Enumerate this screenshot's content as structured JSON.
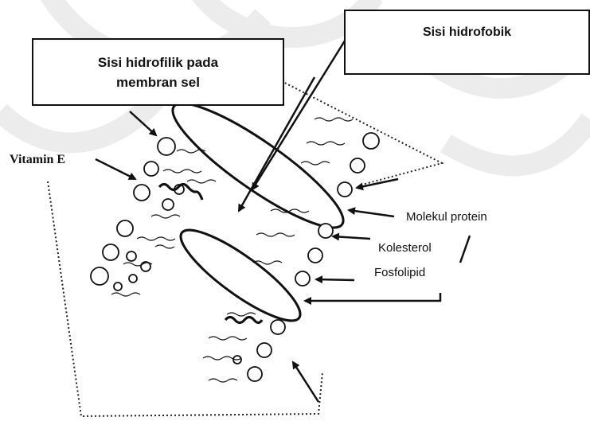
{
  "labels": {
    "hydrophilic_side": [
      "Sisi hidrofilik pada",
      "membran sel"
    ],
    "hydrophobic_side": "Sisi hidrofobik",
    "vitamin_e": "Vitamin E",
    "protein_molecule": "Molekul protein",
    "cholesterol": "Kolesterol",
    "phospholipid": "Fosfolipid"
  },
  "icons": [
    "phospholipid-head-icon",
    "arrow-icon",
    "vitamin-e-chain-icon"
  ],
  "colors": {
    "ink": "#111111",
    "watermark": "#ececec"
  }
}
